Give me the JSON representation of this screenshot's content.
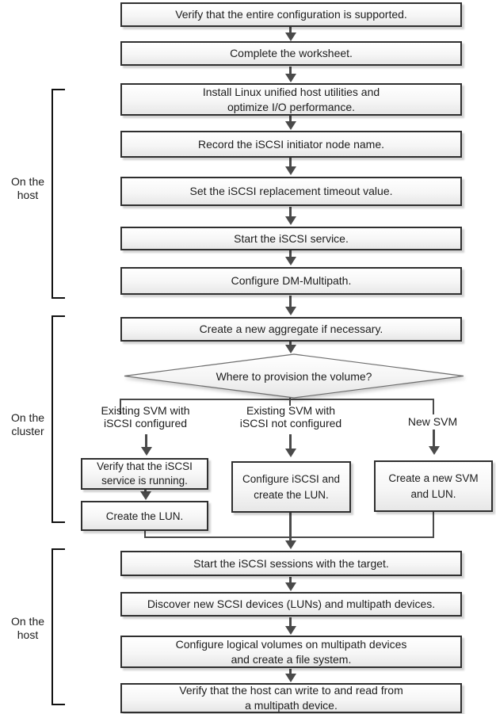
{
  "diagram": {
    "side_labels": [
      {
        "text": "On the\nhost"
      },
      {
        "text": "On the\ncluster"
      },
      {
        "text": "On the\nhost"
      }
    ],
    "steps": {
      "verify_config": "Verify that the entire configuration is supported.",
      "complete_worksheet": "Complete the worksheet.",
      "install_utilities": "Install Linux unified host utilities and\noptimize I/O performance.",
      "record_initiator": "Record the iSCSI initiator node name.",
      "set_timeout": "Set the iSCSI replacement timeout value.",
      "start_service": "Start the iSCSI service.",
      "configure_multipath": "Configure DM-Multipath.",
      "create_aggregate": "Create a new aggregate if necessary.",
      "verify_service_running": "Verify that the iSCSI\nservice is running.",
      "create_lun": "Create the LUN.",
      "configure_iscsi_create_lun": "Configure iSCSI and\ncreate the LUN.",
      "create_svm_lun": "Create a new SVM\nand LUN.",
      "start_sessions": "Start the iSCSI sessions with the target.",
      "discover_devices": "Discover new SCSI devices (LUNs) and multipath devices.",
      "configure_volumes": "Configure logical volumes on multipath devices\nand create a file system.",
      "verify_write_read": "Verify that the host can write to and read from\na multipath device."
    },
    "decision": {
      "question": "Where to provision the volume?"
    },
    "branches": {
      "left_label": "Existing SVM with\niSCSI configured",
      "mid_label": "Existing SVM with\niSCSI not configured",
      "right_label": "New SVM"
    },
    "colors": {
      "box_border": "#2f2f2f",
      "box_fill_top": "#ffffff",
      "box_fill_bottom": "#e7e7e7",
      "connector": "#4a4a4a",
      "text": "#1c1c1c"
    }
  }
}
